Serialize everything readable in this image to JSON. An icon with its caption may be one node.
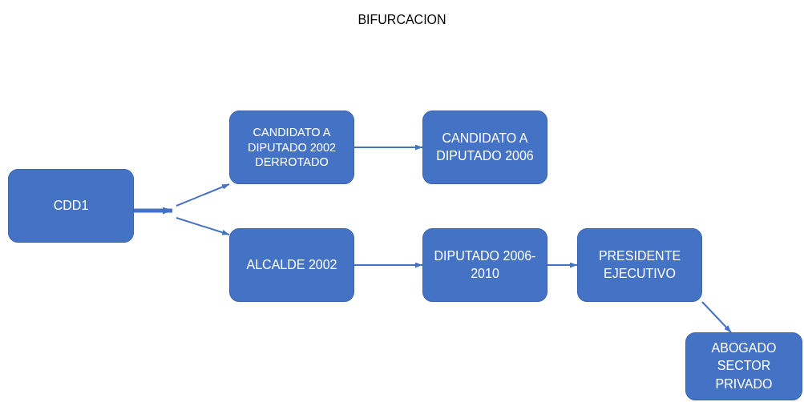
{
  "diagram": {
    "title": "BIFURCACION",
    "nodes": [
      {
        "text": [
          "CDD1"
        ]
      },
      {
        "text": [
          "CANDIDATO A DIPUTADO 2002 DERROTADO"
        ]
      },
      {
        "text": [
          "CANDIDATO A DIPUTADO 2006"
        ]
      },
      {
        "text": [
          "ALCALDE 2002"
        ]
      },
      {
        "text": [
          "DIPUTADO 2006-2010"
        ]
      },
      {
        "text": [
          "PRESIDENTE EJECUTIVO"
        ]
      },
      {
        "text": [
          "ABOGADO SECTOR PRIVADO"
        ]
      }
    ],
    "edges": [
      {
        "from": 0,
        "to": null,
        "arrow": "to",
        "style": "thick"
      },
      {
        "from": null,
        "to": 1,
        "arrow": "to"
      },
      {
        "from": null,
        "to": 3,
        "arrow": "to"
      },
      {
        "from": 1,
        "to": 2,
        "arrow": "to"
      },
      {
        "from": 3,
        "to": 4,
        "arrow": "to"
      },
      {
        "from": 4,
        "to": 5,
        "arrow": "to"
      },
      {
        "from": 5,
        "to": 6,
        "arrow": "to"
      }
    ]
  }
}
